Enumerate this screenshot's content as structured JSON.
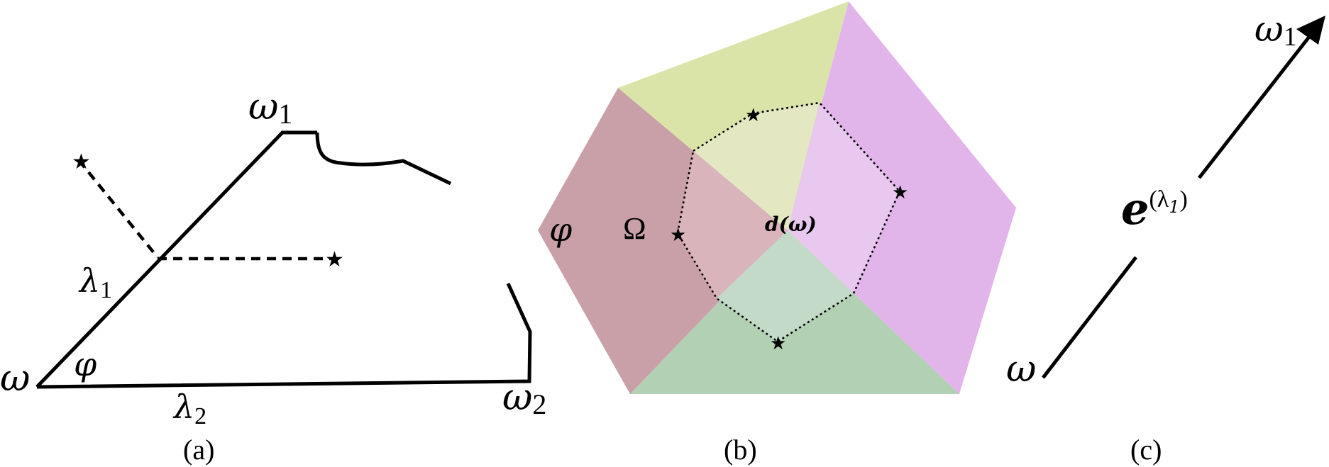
{
  "panels": {
    "a": {
      "caption": "(a)",
      "labels": {
        "omega": "ω",
        "omega1_base": "ω",
        "omega1_sub": "1",
        "omega2_base": "ω",
        "omega2_sub": "2",
        "lambda1_base": "λ",
        "lambda1_sub": "1",
        "lambda2_base": "λ",
        "lambda2_sub": "2",
        "phi": "φ"
      }
    },
    "b": {
      "caption": "(b)",
      "labels": {
        "phi": "φ",
        "Omega": "Ω",
        "d_omega": "d(ω)"
      },
      "colors": {
        "top_yellow": "#dbe4a8",
        "right_magenta": "#e2b5ea",
        "left_mauve": "#c9a0a8",
        "bottom_green": "#b2d0b4",
        "inner_top": "#e3e8c2",
        "inner_right": "#e8c8ee",
        "inner_left": "#d9b5bb",
        "inner_bottom": "#c4dac8"
      }
    },
    "c": {
      "caption": "(c)",
      "labels": {
        "omega1_base": "ω",
        "omega1_sub": "1",
        "omega": "ω",
        "e_base": "e",
        "e_sup": "(λ",
        "e_sup_sub": "1",
        "e_sup_close": ")"
      }
    }
  }
}
